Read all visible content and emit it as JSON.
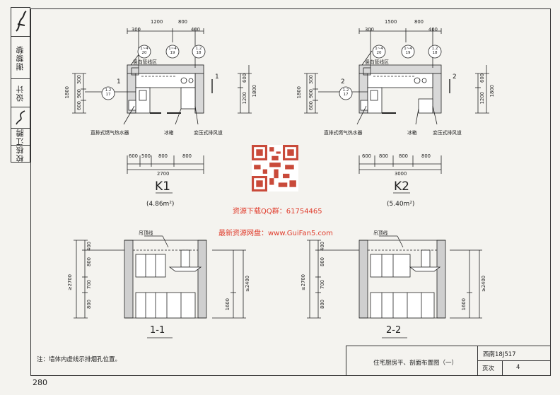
{
  "sidebar": {
    "labels": [
      "校核",
      "江腾",
      "设计",
      "谢黎黎"
    ]
  },
  "page": {
    "number": "280"
  },
  "note": "注：墙体内虚线示排烟孔位置。",
  "title_block": {
    "code": "西南18J517",
    "title": "住宅厨房平、剖面布置图（一）",
    "page_label": "页次",
    "page_no": "4"
  },
  "watermarks": [
    "资源下载QQ群：61754465",
    "最新资源网盘：www.GuiFan5.com"
  ],
  "plans": [
    {
      "name": "K1",
      "area": "(4.86m²)",
      "top_dims": [
        "1200",
        "800",
        "300",
        "400"
      ],
      "bottom_dims": [
        "600",
        "500",
        "800",
        "800"
      ],
      "bottom_total": "2700",
      "left_dims": [
        "1800",
        "900",
        "600",
        "300"
      ],
      "right_dims": [
        "600",
        "1200",
        "1800"
      ],
      "callouts": [
        "1~4\n20",
        "1~4\n19",
        "1.2\n18",
        "1.2\n17"
      ],
      "labels": {
        "pipe": "竖向管线区",
        "heater": "直排式燃气热水器",
        "fridge": "冰箱",
        "flue": "变压式排风道"
      },
      "section_mark": "1"
    },
    {
      "name": "K2",
      "area": "(5.40m²)",
      "top_dims": [
        "1500",
        "800",
        "300",
        "400"
      ],
      "bottom_dims": [
        "600",
        "800",
        "800",
        "800"
      ],
      "bottom_total": "3000",
      "left_dims": [
        "1800",
        "900",
        "600",
        "300"
      ],
      "right_dims": [
        "600",
        "1200",
        "1800"
      ],
      "callouts": [
        "1~4\n20",
        "1~4\n19",
        "1.2\n18",
        "1.2\n17"
      ],
      "labels": {
        "pipe": "竖向管线区",
        "heater": "直排式燃气热水器",
        "fridge": "冰箱",
        "flue": "变压式排风道"
      },
      "section_mark": "2"
    }
  ],
  "sections": [
    {
      "name": "1-1",
      "ceiling": "吊顶线",
      "left_dims": [
        "400",
        "800",
        "700",
        "800"
      ],
      "total": "≥2700",
      "right_dims": [
        "1600",
        "≥2400"
      ]
    },
    {
      "name": "2-2",
      "ceiling": "吊顶线",
      "left_dims": [
        "400",
        "800",
        "700",
        "800"
      ],
      "total": "≥2700",
      "right_dims": [
        "1600",
        "≥2400"
      ]
    }
  ]
}
